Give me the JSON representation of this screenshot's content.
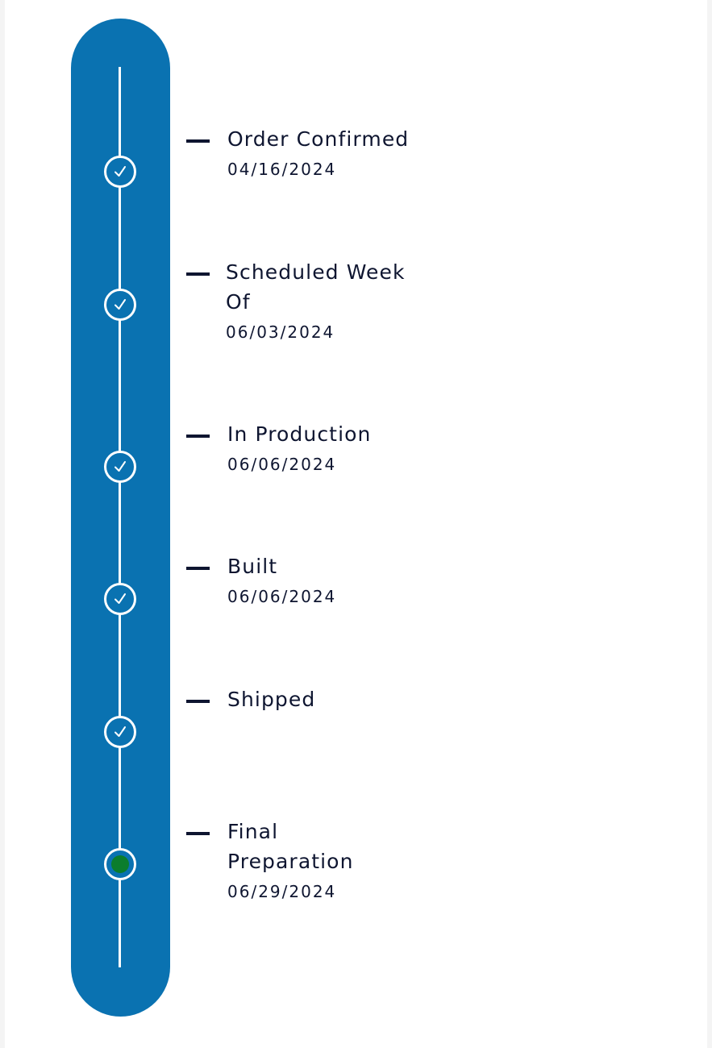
{
  "timeline": {
    "steps": [
      {
        "title": "Order Confirmed",
        "date": "04/16/2024",
        "status": "completed",
        "icon": "check-icon"
      },
      {
        "title": "Scheduled Week Of",
        "date": "06/03/2024",
        "status": "completed",
        "icon": "check-icon"
      },
      {
        "title": "In Production",
        "date": "06/06/2024",
        "status": "completed",
        "icon": "check-icon"
      },
      {
        "title": "Built",
        "date": "06/06/2024",
        "status": "completed",
        "icon": "check-icon"
      },
      {
        "title": "Shipped",
        "date": "",
        "status": "completed",
        "icon": "check-icon"
      },
      {
        "title": "Final Preparation",
        "date": "06/29/2024",
        "status": "current",
        "icon": "current-dot-icon"
      }
    ],
    "colors": {
      "track": "#0a72b1",
      "text": "#0e1530",
      "current_dot": "#0b7d2c"
    }
  }
}
